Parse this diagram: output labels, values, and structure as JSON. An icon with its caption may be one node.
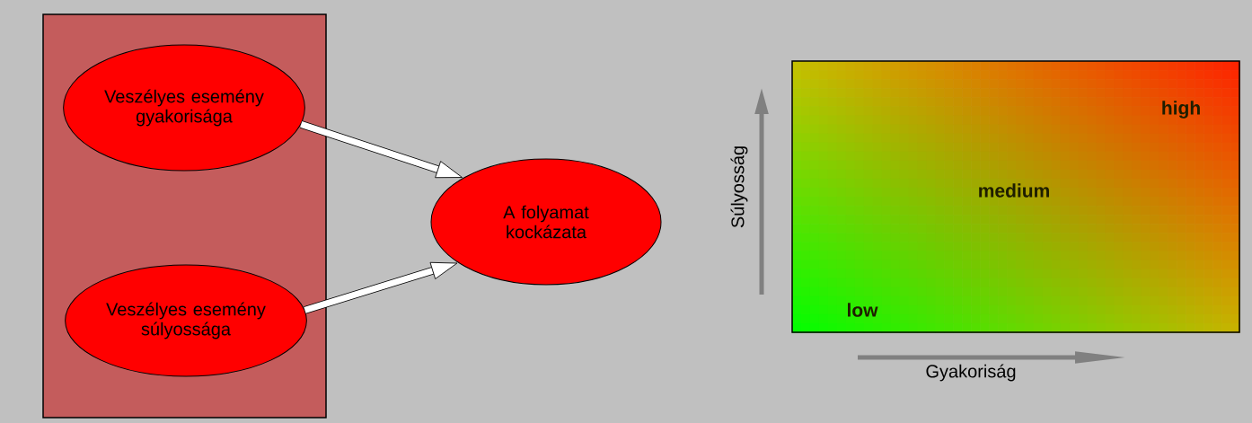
{
  "diagram": {
    "nodes": [
      {
        "text": [],
        "shape": "box"
      },
      {
        "text": [
          "Veszélyes esemény gyakorisága"
        ],
        "in": 0
      },
      {
        "text": [
          "Veszélyes esemény súlyossága"
        ],
        "in": 0
      },
      {
        "text": [
          "A folyamat kockázata"
        ]
      },
      {
        "text": [
          "high",
          "medium",
          "low"
        ]
      }
    ],
    "edges": [
      {
        "from": 1,
        "to": 3,
        "arrow": "to"
      },
      {
        "from": 2,
        "to": 3,
        "arrow": "to"
      }
    ],
    "labels": [
      "Súlyosság",
      "Gyakoriság"
    ]
  }
}
